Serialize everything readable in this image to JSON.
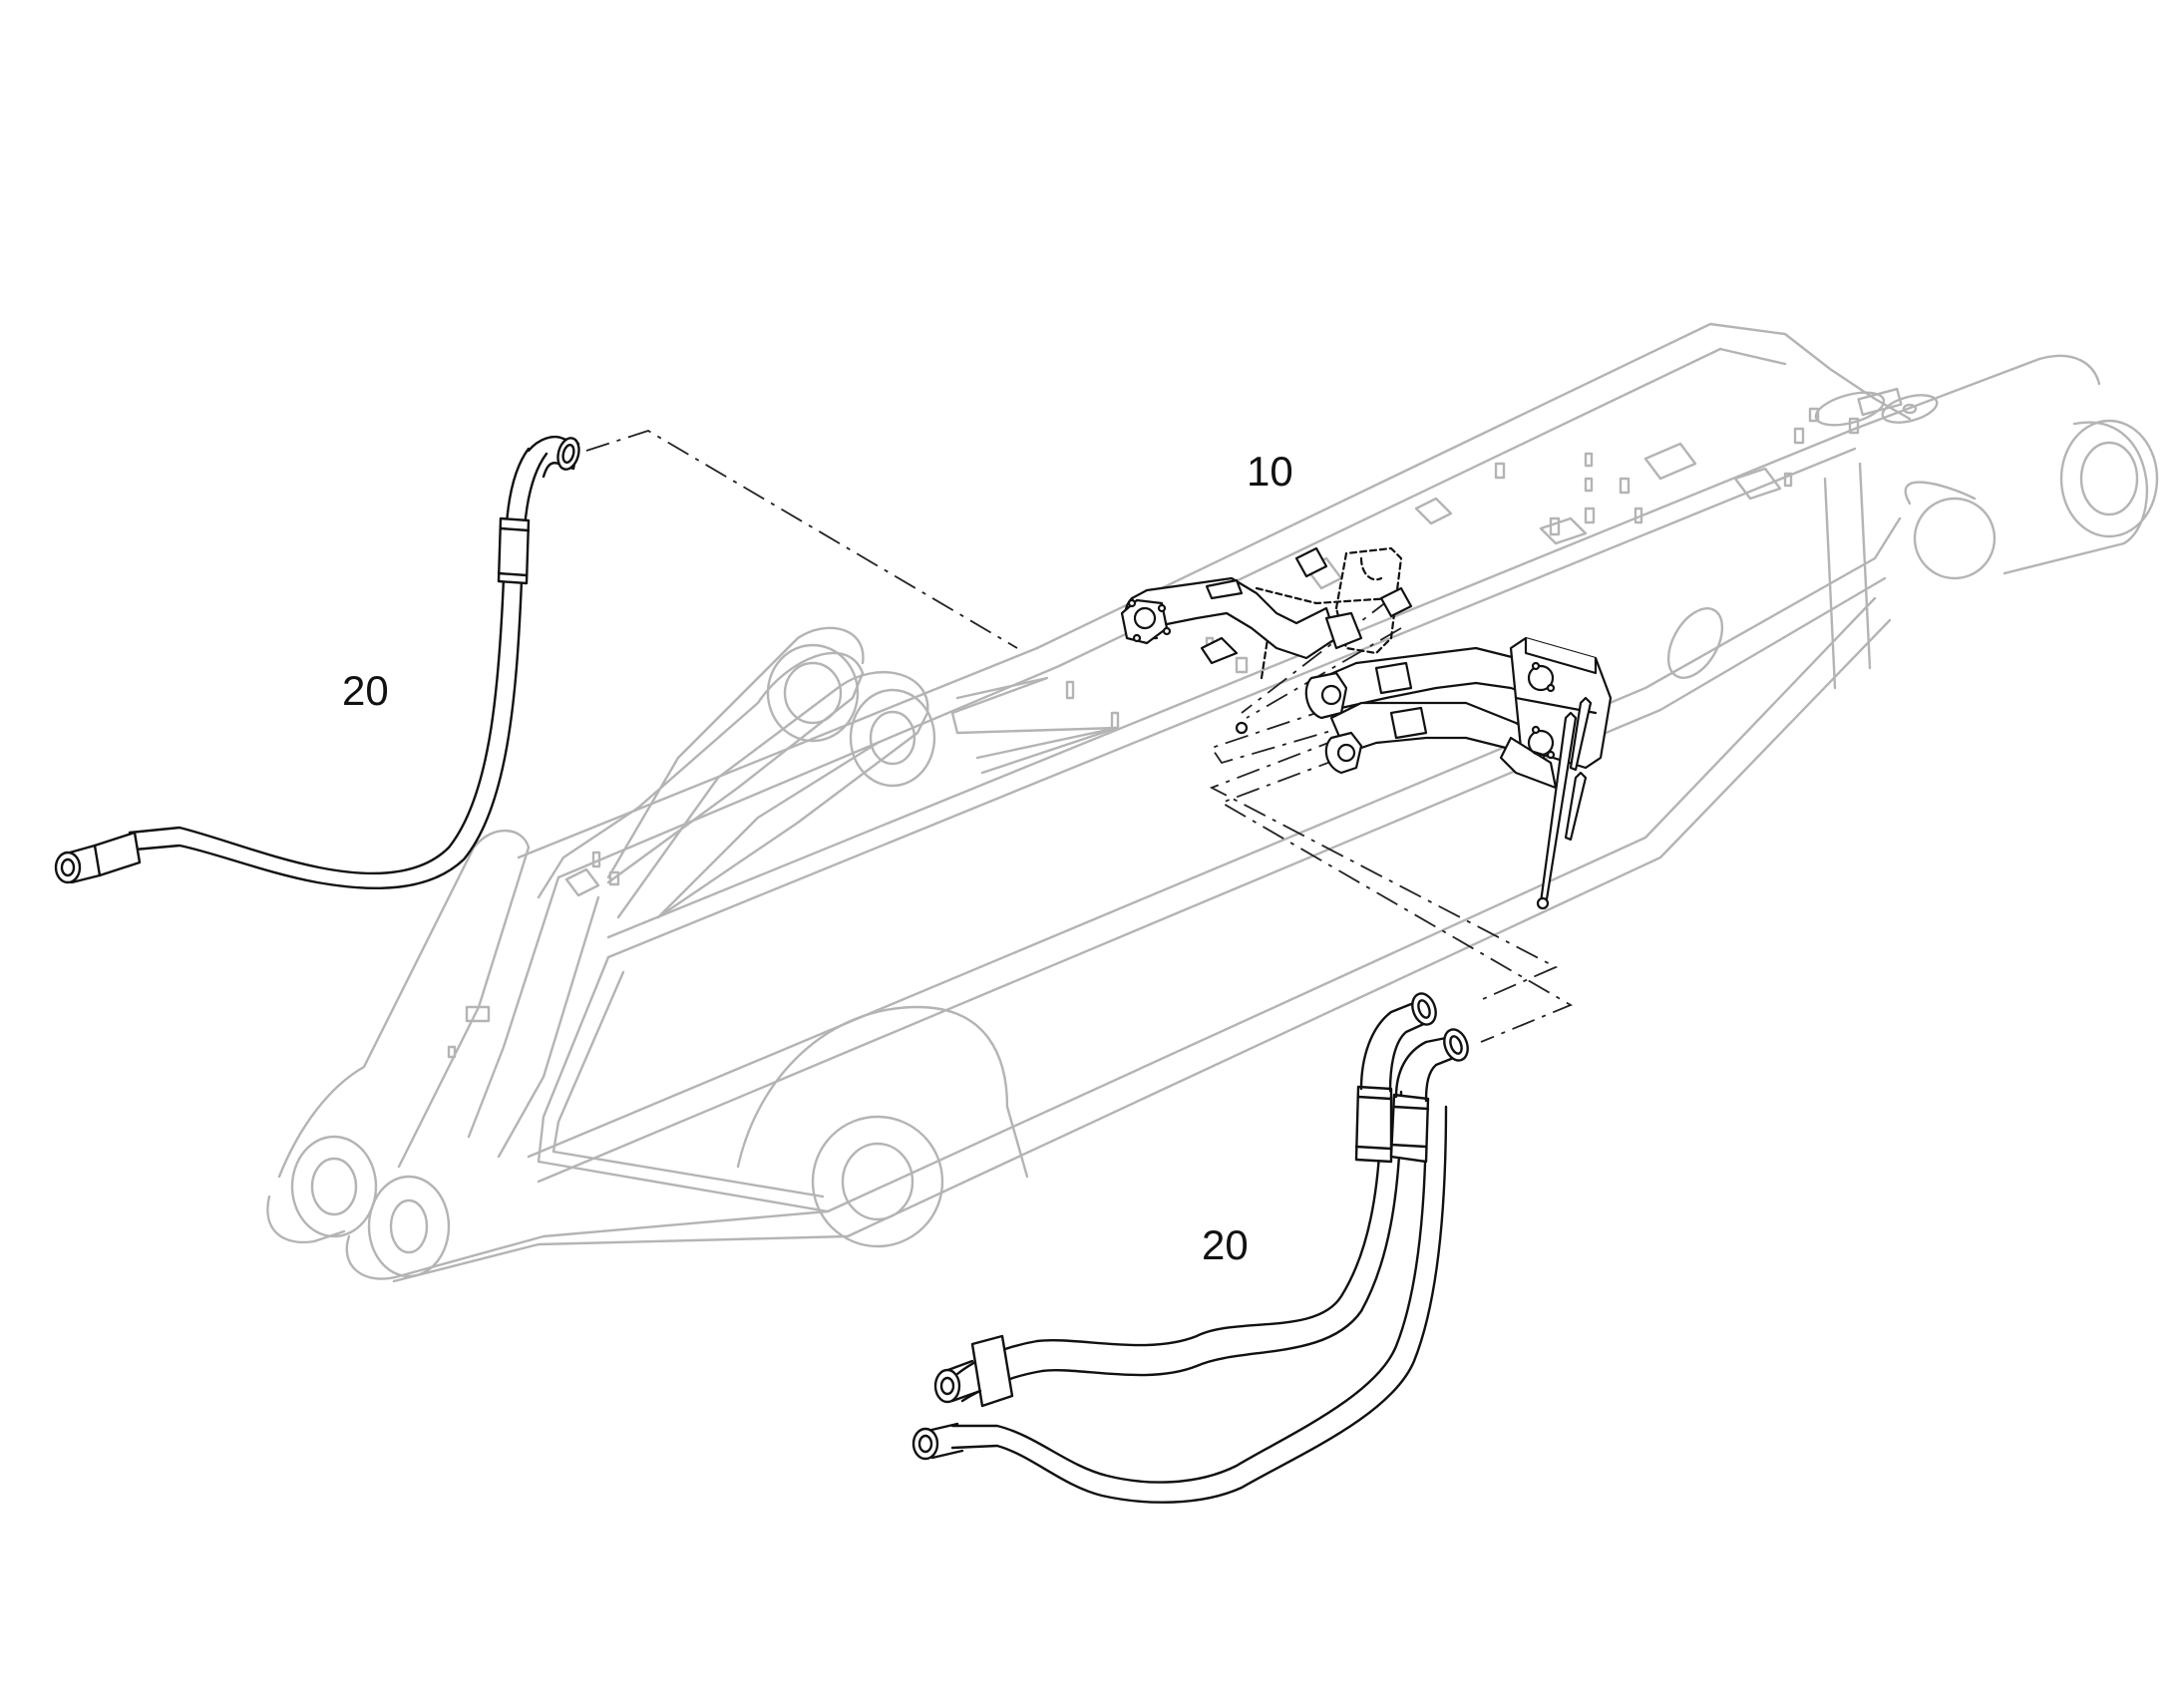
{
  "callouts": {
    "item_10": "10",
    "item_20_left": "20",
    "item_20_right": "20"
  },
  "colors": {
    "background": "#ffffff",
    "boom_outline": "#b4b4b4",
    "part_outline": "#111111",
    "hose_fill": "#ffffff"
  }
}
